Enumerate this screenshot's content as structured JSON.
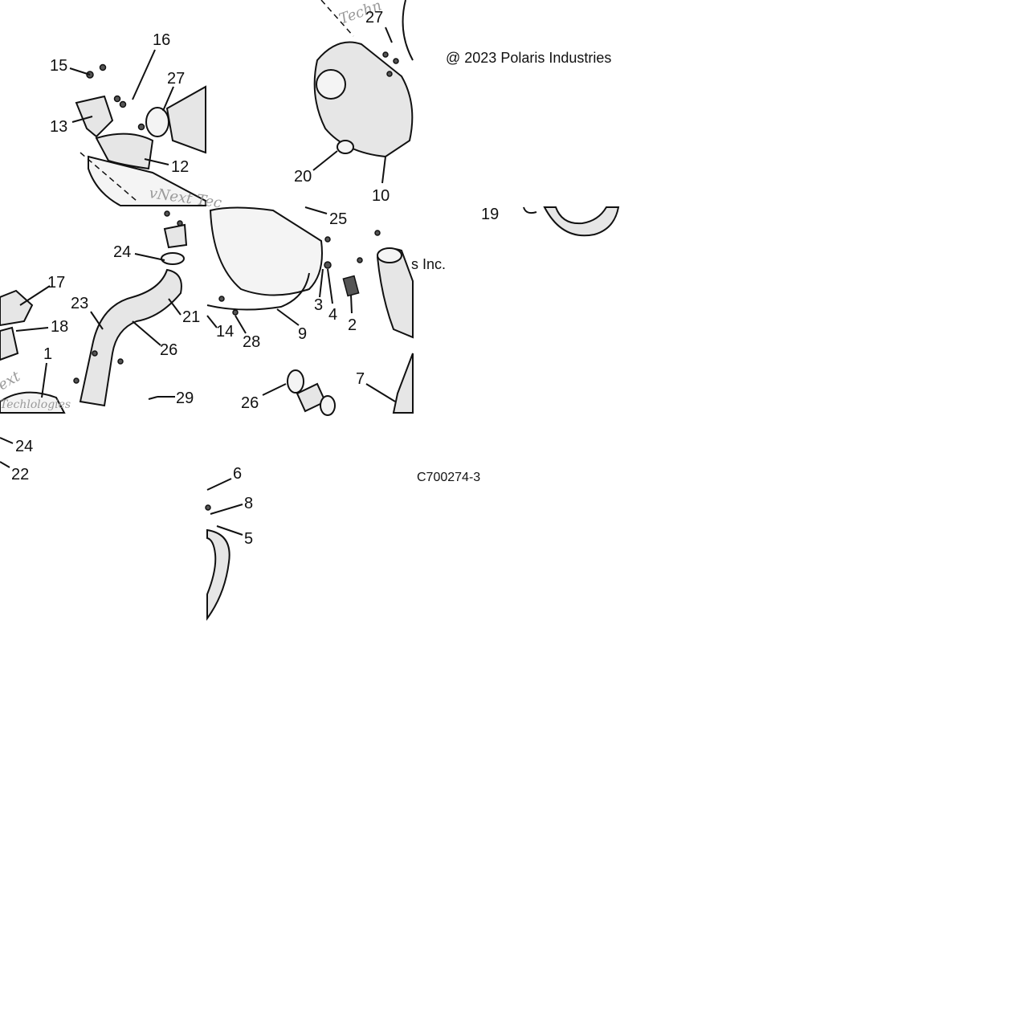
{
  "copyright": "@ 2023 Polaris Industries",
  "copyright_fragment": "s Inc.",
  "figure_code": "C700274-3",
  "watermark_fragments": [
    "vNext Tec",
    "Techn",
    "ext",
    "Techlologies"
  ],
  "callouts": [
    "16",
    "15",
    "27",
    "13",
    "12",
    "27",
    "20",
    "10",
    "19",
    "24",
    "17",
    "23",
    "21",
    "18",
    "26",
    "1",
    "25",
    "3",
    "4",
    "2",
    "9",
    "14",
    "28",
    "26",
    "29",
    "7",
    "24",
    "22",
    "6",
    "8",
    "5"
  ]
}
